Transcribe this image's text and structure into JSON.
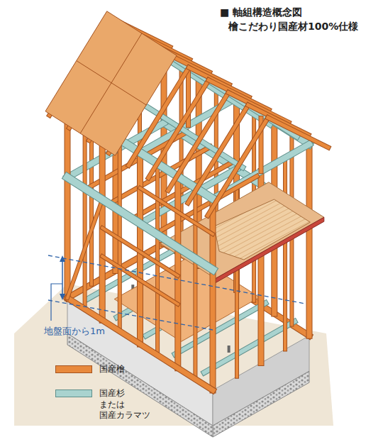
{
  "diagram": {
    "title": "■ 軸組構造概念図",
    "labels": [
      "檜こだわり国産材100%仕様",
      "地盤面から1m"
    ],
    "legend": [
      {
        "text": "国産檜",
        "color": "#e8893c"
      },
      {
        "text": "国産杉 または 国産カラマツ",
        "color": "#a9d3cf"
      }
    ]
  }
}
